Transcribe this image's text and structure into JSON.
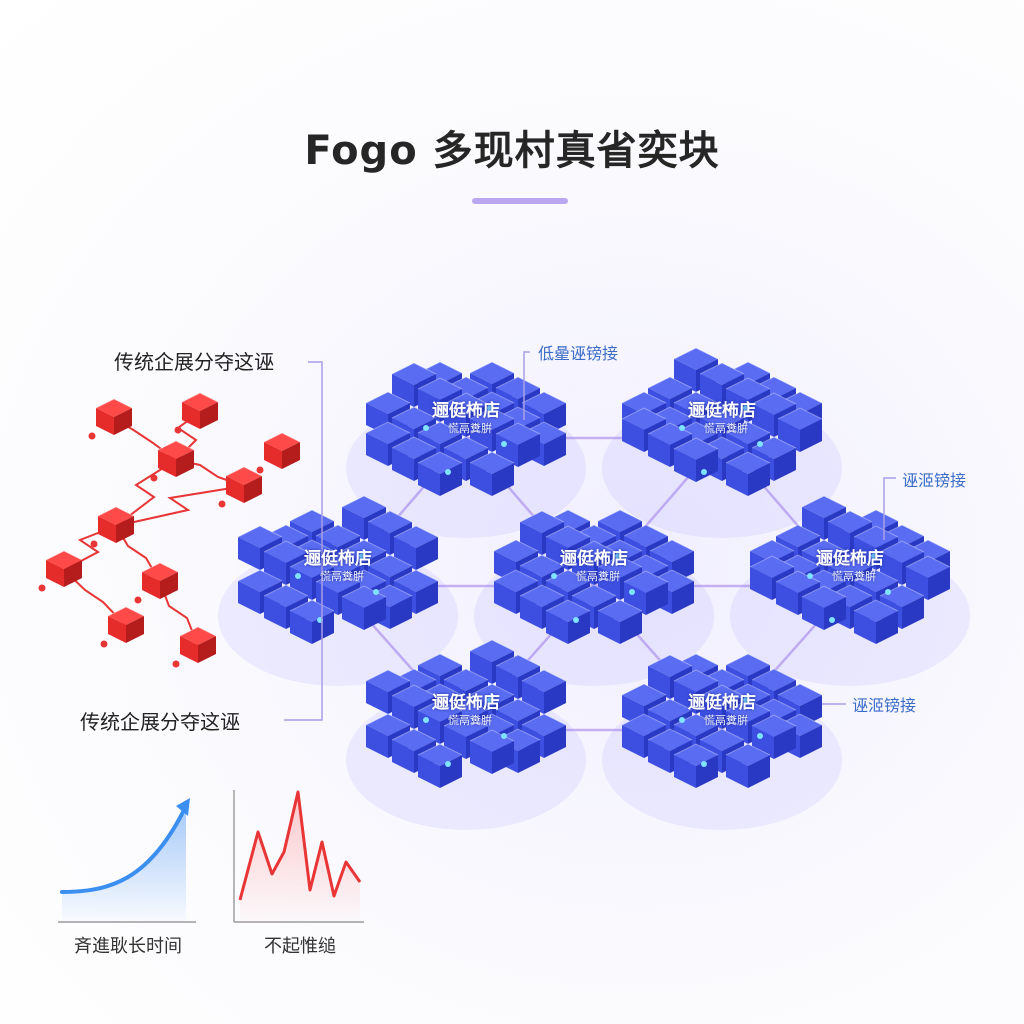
{
  "title": "Fogo 多现村真省奕块",
  "left_labels": {
    "top": "传统企展分夺这诬",
    "bottom": "传统企展分夺这诬"
  },
  "callouts": {
    "top": "低曐诬镑接",
    "right_mid": "诬洍镑接",
    "right_low": "诬洍镑接"
  },
  "nodes": [
    {
      "label": "逦侹柨店",
      "sub": "慌鬲糞腁"
    },
    {
      "label": "逦侹柨店",
      "sub": "慌鬲糞腁"
    },
    {
      "label": "逦侹柨店",
      "sub": "慌鬲糞腁"
    },
    {
      "label": "逦侹柨店",
      "sub": "慌鬲糞腁"
    },
    {
      "label": "逦侹柨店",
      "sub": "慌鬲糞腁"
    },
    {
      "label": "逦侹柨店",
      "sub": "慌鬲糞腁"
    },
    {
      "label": "逦侹柨店",
      "sub": "慌鬲糞腁"
    }
  ],
  "charts": {
    "left_caption": "斉進耿长时间",
    "right_caption": "不起惟缒"
  },
  "colors": {
    "cube_top": "#5a6cf2",
    "cube_left": "#3d4fe0",
    "cube_right": "#2a39c4",
    "red_top": "#ff4a4a",
    "red_left": "#e62b2b",
    "red_right": "#b51d1d",
    "link_line": "#b9a0ee",
    "accent_blue": "#3b8ff0",
    "accent_red": "#e83535"
  }
}
